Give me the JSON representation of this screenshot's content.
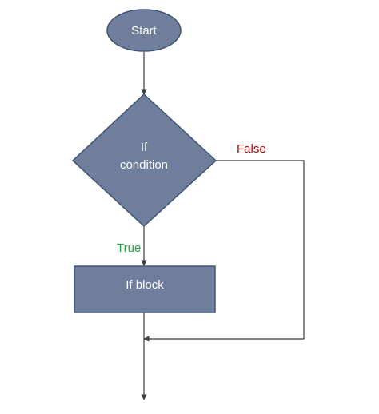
{
  "flowchart": {
    "start": {
      "label": "Start"
    },
    "decision": {
      "line1": "If",
      "line2": "condition"
    },
    "process": {
      "label": "If block"
    },
    "labels": {
      "false": "False",
      "true": "True"
    }
  },
  "colors": {
    "node_fill": "#6f7f9b",
    "node_stroke": "#3f5578",
    "node_text": "#ffffff",
    "line": "#3c3c3c",
    "false_label": "#c00000",
    "true_label": "#22a23c"
  }
}
